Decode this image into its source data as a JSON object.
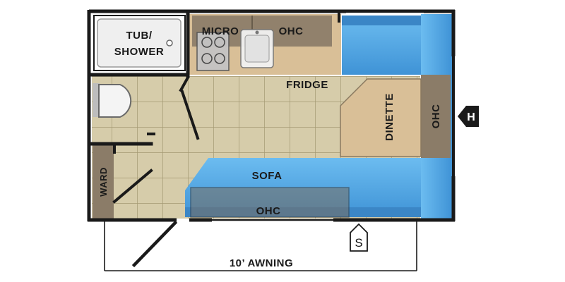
{
  "floorplan": {
    "labels": {
      "tub_shower_line1": "TUB/",
      "tub_shower_line2": "SHOWER",
      "micro": "MICRO",
      "ohc_top": "OHC",
      "fridge": "FRIDGE",
      "dinette": "DINETTE",
      "ohc_right": "OHC",
      "sofa": "SOFA",
      "ohc_bottom": "OHC",
      "ward": "WARD",
      "awning": "10’ AWNING"
    },
    "badges": {
      "hitch": "H",
      "sewer": "S"
    },
    "colors": {
      "wall": "#1a1a1a",
      "floor_tile": "#d6ccaa",
      "floor_grid": "#a39872",
      "cabinet": "#8b7c68",
      "cabinet_light": "#d9bf97",
      "sofa_blue": "#5aaee8",
      "sofa_blue_dark": "#3d8fd0",
      "fixture_white": "#f2f2f2",
      "fixture_gray": "#bdbdbd"
    }
  }
}
